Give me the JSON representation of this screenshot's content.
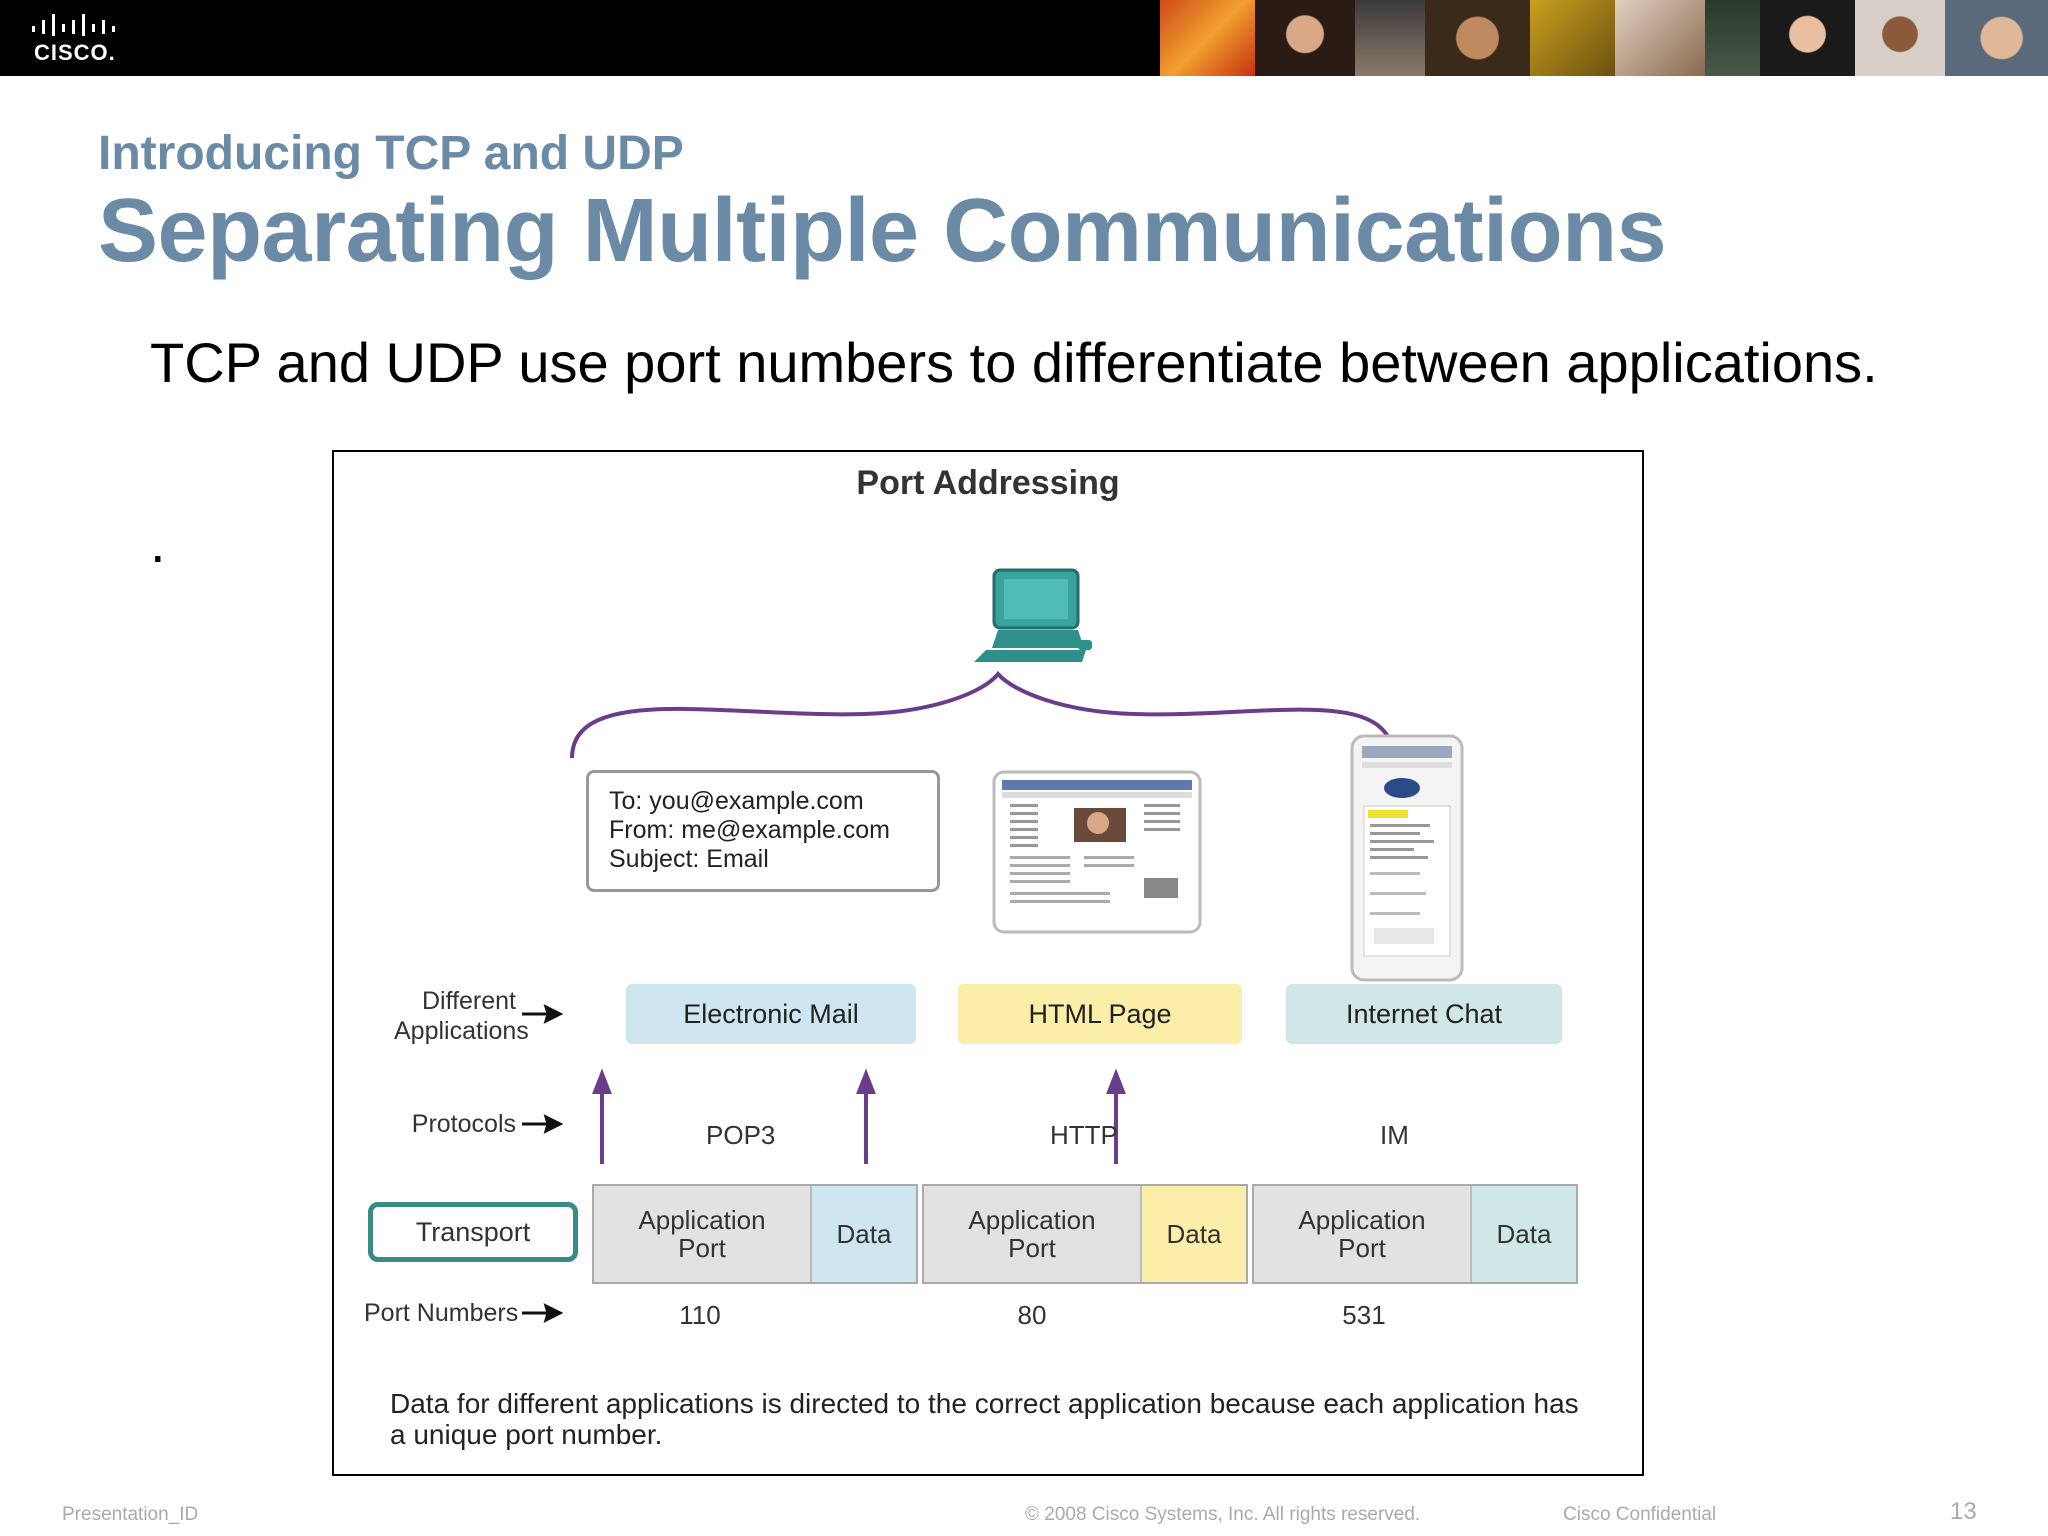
{
  "header": {
    "logo_text": "CISCO."
  },
  "slide": {
    "subtitle": "Introducing TCP and UDP",
    "title": "Separating Multiple Communications",
    "bullet": "TCP and UDP use port numbers to differentiate between applications.",
    "bullet2": "."
  },
  "figure": {
    "title": "Port Addressing",
    "email": {
      "to": "To: you@example.com",
      "from": "From: me@example.com",
      "subject": "Subject: Email"
    },
    "row_labels": {
      "applications": "Different Applications",
      "protocols": "Protocols",
      "port_numbers": "Port Numbers",
      "transport": "Transport"
    },
    "apps": [
      {
        "name": "Electronic Mail",
        "protocol": "POP3",
        "port_label": "Application Port",
        "data_label": "Data",
        "port_number": "110",
        "color": "#cde6ef"
      },
      {
        "name": "HTML Page",
        "protocol": "HTTP",
        "port_label": "Application Port",
        "data_label": "Data",
        "port_number": "80",
        "color": "#fbeea8"
      },
      {
        "name": "Internet Chat",
        "protocol": "IM",
        "port_label": "Application Port",
        "data_label": "Data",
        "port_number": "531",
        "color": "#cfe7e6"
      }
    ],
    "caption": "Data for different applications is directed to the correct application because each application has a unique port number."
  },
  "footer": {
    "presentation_id": "Presentation_ID",
    "copyright": "© 2008 Cisco Systems, Inc. All rights reserved.",
    "confidential": "Cisco Confidential",
    "page_number": "13"
  },
  "colors": {
    "title": "#6b8aa6",
    "accent_teal": "#3a9a96",
    "brace_purple": "#6a3d8a"
  }
}
